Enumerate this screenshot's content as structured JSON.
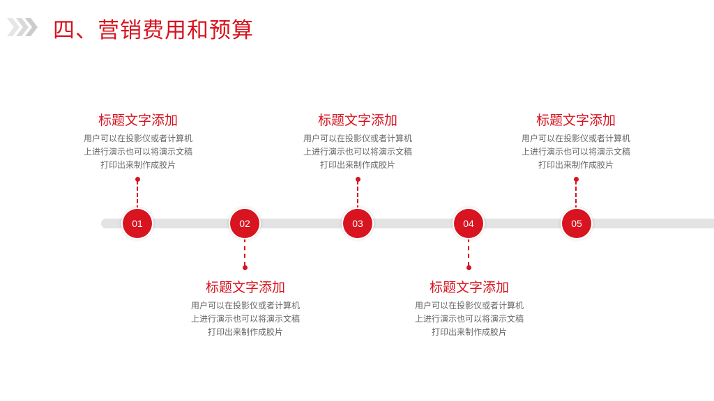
{
  "header": {
    "title": "四、营销费用和预算",
    "chevron_icon": "triple-chevron-right-icon",
    "accent_color": "#d7141f"
  },
  "timeline": {
    "track_color": "#e3e3e3",
    "nodes": [
      {
        "number": "01",
        "title": "标题文字添加",
        "lines": [
          "用户可以在投影仪或者计算机",
          "上进行演示也可以将演示文稿",
          "打印出来制作成胶片"
        ]
      },
      {
        "number": "02",
        "title": "标题文字添加",
        "lines": [
          "用户可以在投影仪或者计算机",
          "上进行演示也可以将演示文稿",
          "打印出来制作成胶片"
        ]
      },
      {
        "number": "03",
        "title": "标题文字添加",
        "lines": [
          "用户可以在投影仪或者计算机",
          "上进行演示也可以将演示文稿",
          "打印出来制作成胶片"
        ]
      },
      {
        "number": "04",
        "title": "标题文字添加",
        "lines": [
          "用户可以在投影仪或者计算机",
          "上进行演示也可以将演示文稿",
          "打印出来制作成胶片"
        ]
      },
      {
        "number": "05",
        "title": "标题文字添加",
        "lines": [
          "用户可以在投影仪或者计算机",
          "上进行演示也可以将演示文稿",
          "打印出来制作成胶片"
        ]
      }
    ]
  }
}
